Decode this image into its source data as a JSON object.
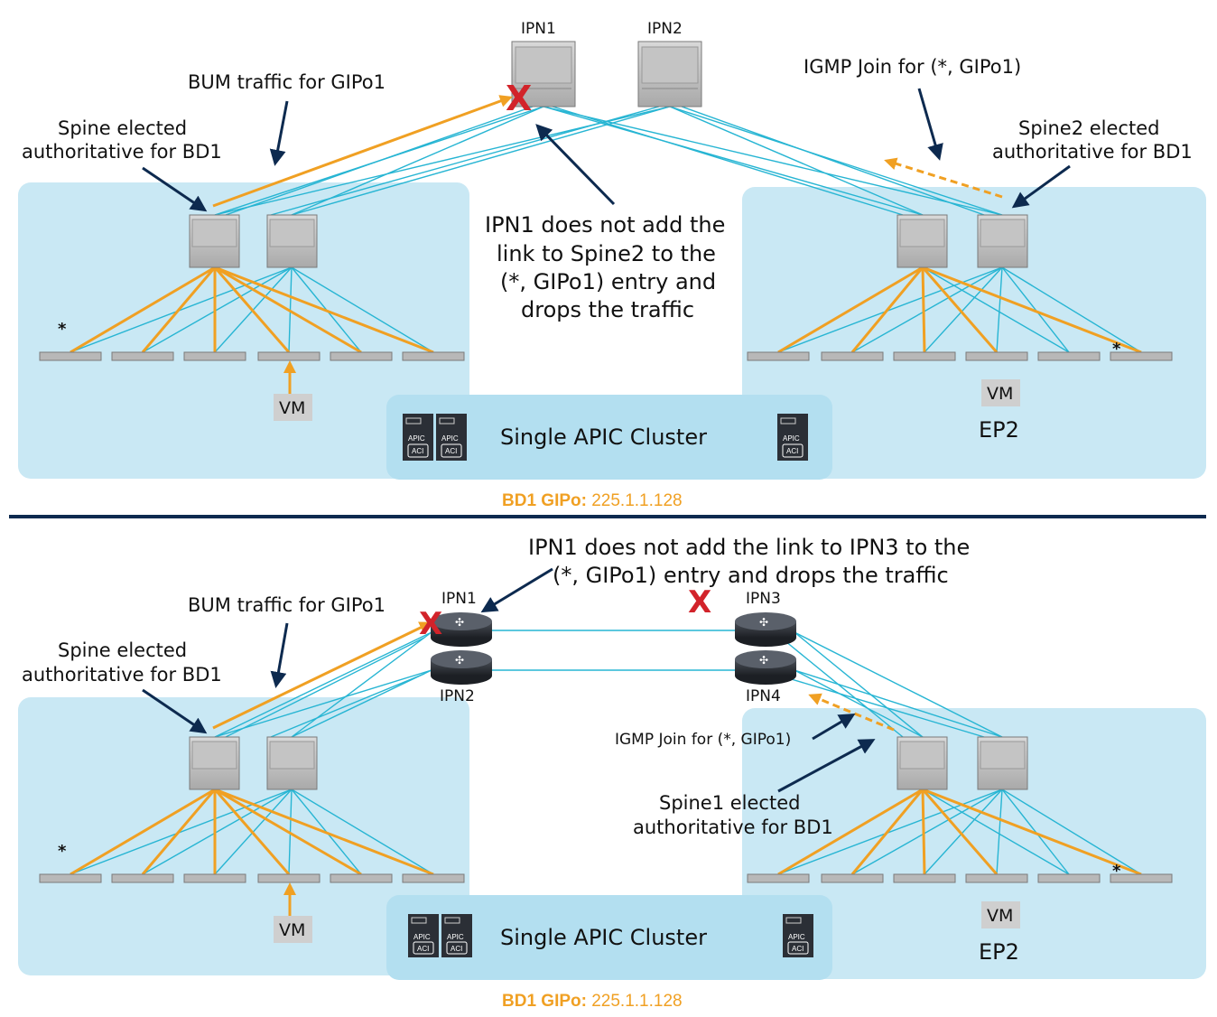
{
  "colors": {
    "site_bg": "#c9e8f4",
    "cyan_link": "#27b5d3",
    "orange_link": "#f0a023",
    "arrow_navy": "#0d2a4f",
    "red_x": "#d2232a",
    "divider": "#0d2a4f"
  },
  "top": {
    "ipn1_label": "IPN1",
    "ipn2_label": "IPN2",
    "bum_label": "BUM traffic for GIPo1",
    "spine_left_line1": "Spine elected",
    "spine_left_line2": "authoritative for BD1",
    "igmp_label": "IGMP Join for (*, GIPo1)",
    "spine_right_line1": "Spine2 elected",
    "spine_right_line2": "authoritative for BD1",
    "callout_line1": "IPN1 does not add the",
    "callout_line2": "link to Spine2 to the",
    "callout_line3": "(*, GIPo1) entry and",
    "callout_line4": "drops the traffic",
    "apic_label": "Single APIC Cluster",
    "vm_left": "VM",
    "vm_right": "VM",
    "ep2": "EP2",
    "star": "*",
    "gipo_key": "BD1 GIPo:",
    "gipo_val": " 225.1.1.128"
  },
  "bottom": {
    "callout_line1": "IPN1 does not add the link to IPN3 to the",
    "callout_line2": "(*, GIPo1) entry and drops the traffic",
    "ipn1_label": "IPN1",
    "ipn2_label": "IPN2",
    "ipn3_label": "IPN3",
    "ipn4_label": "IPN4",
    "bum_label": "BUM traffic for GIPo1",
    "spine_left_line1": "Spine elected",
    "spine_left_line2": "authoritative for BD1",
    "igmp_label": "IGMP Join for (*, GIPo1)",
    "spine_right_line1": "Spine1 elected",
    "spine_right_line2": "authoritative for BD1",
    "apic_label": "Single APIC Cluster",
    "vm_left": "VM",
    "vm_right": "VM",
    "ep2": "EP2",
    "star": "*",
    "gipo_key": "BD1 GIPo:",
    "gipo_val": " 225.1.1.128"
  },
  "icons": {
    "apic_badge": "APIC",
    "aci_badge": "ACI"
  }
}
